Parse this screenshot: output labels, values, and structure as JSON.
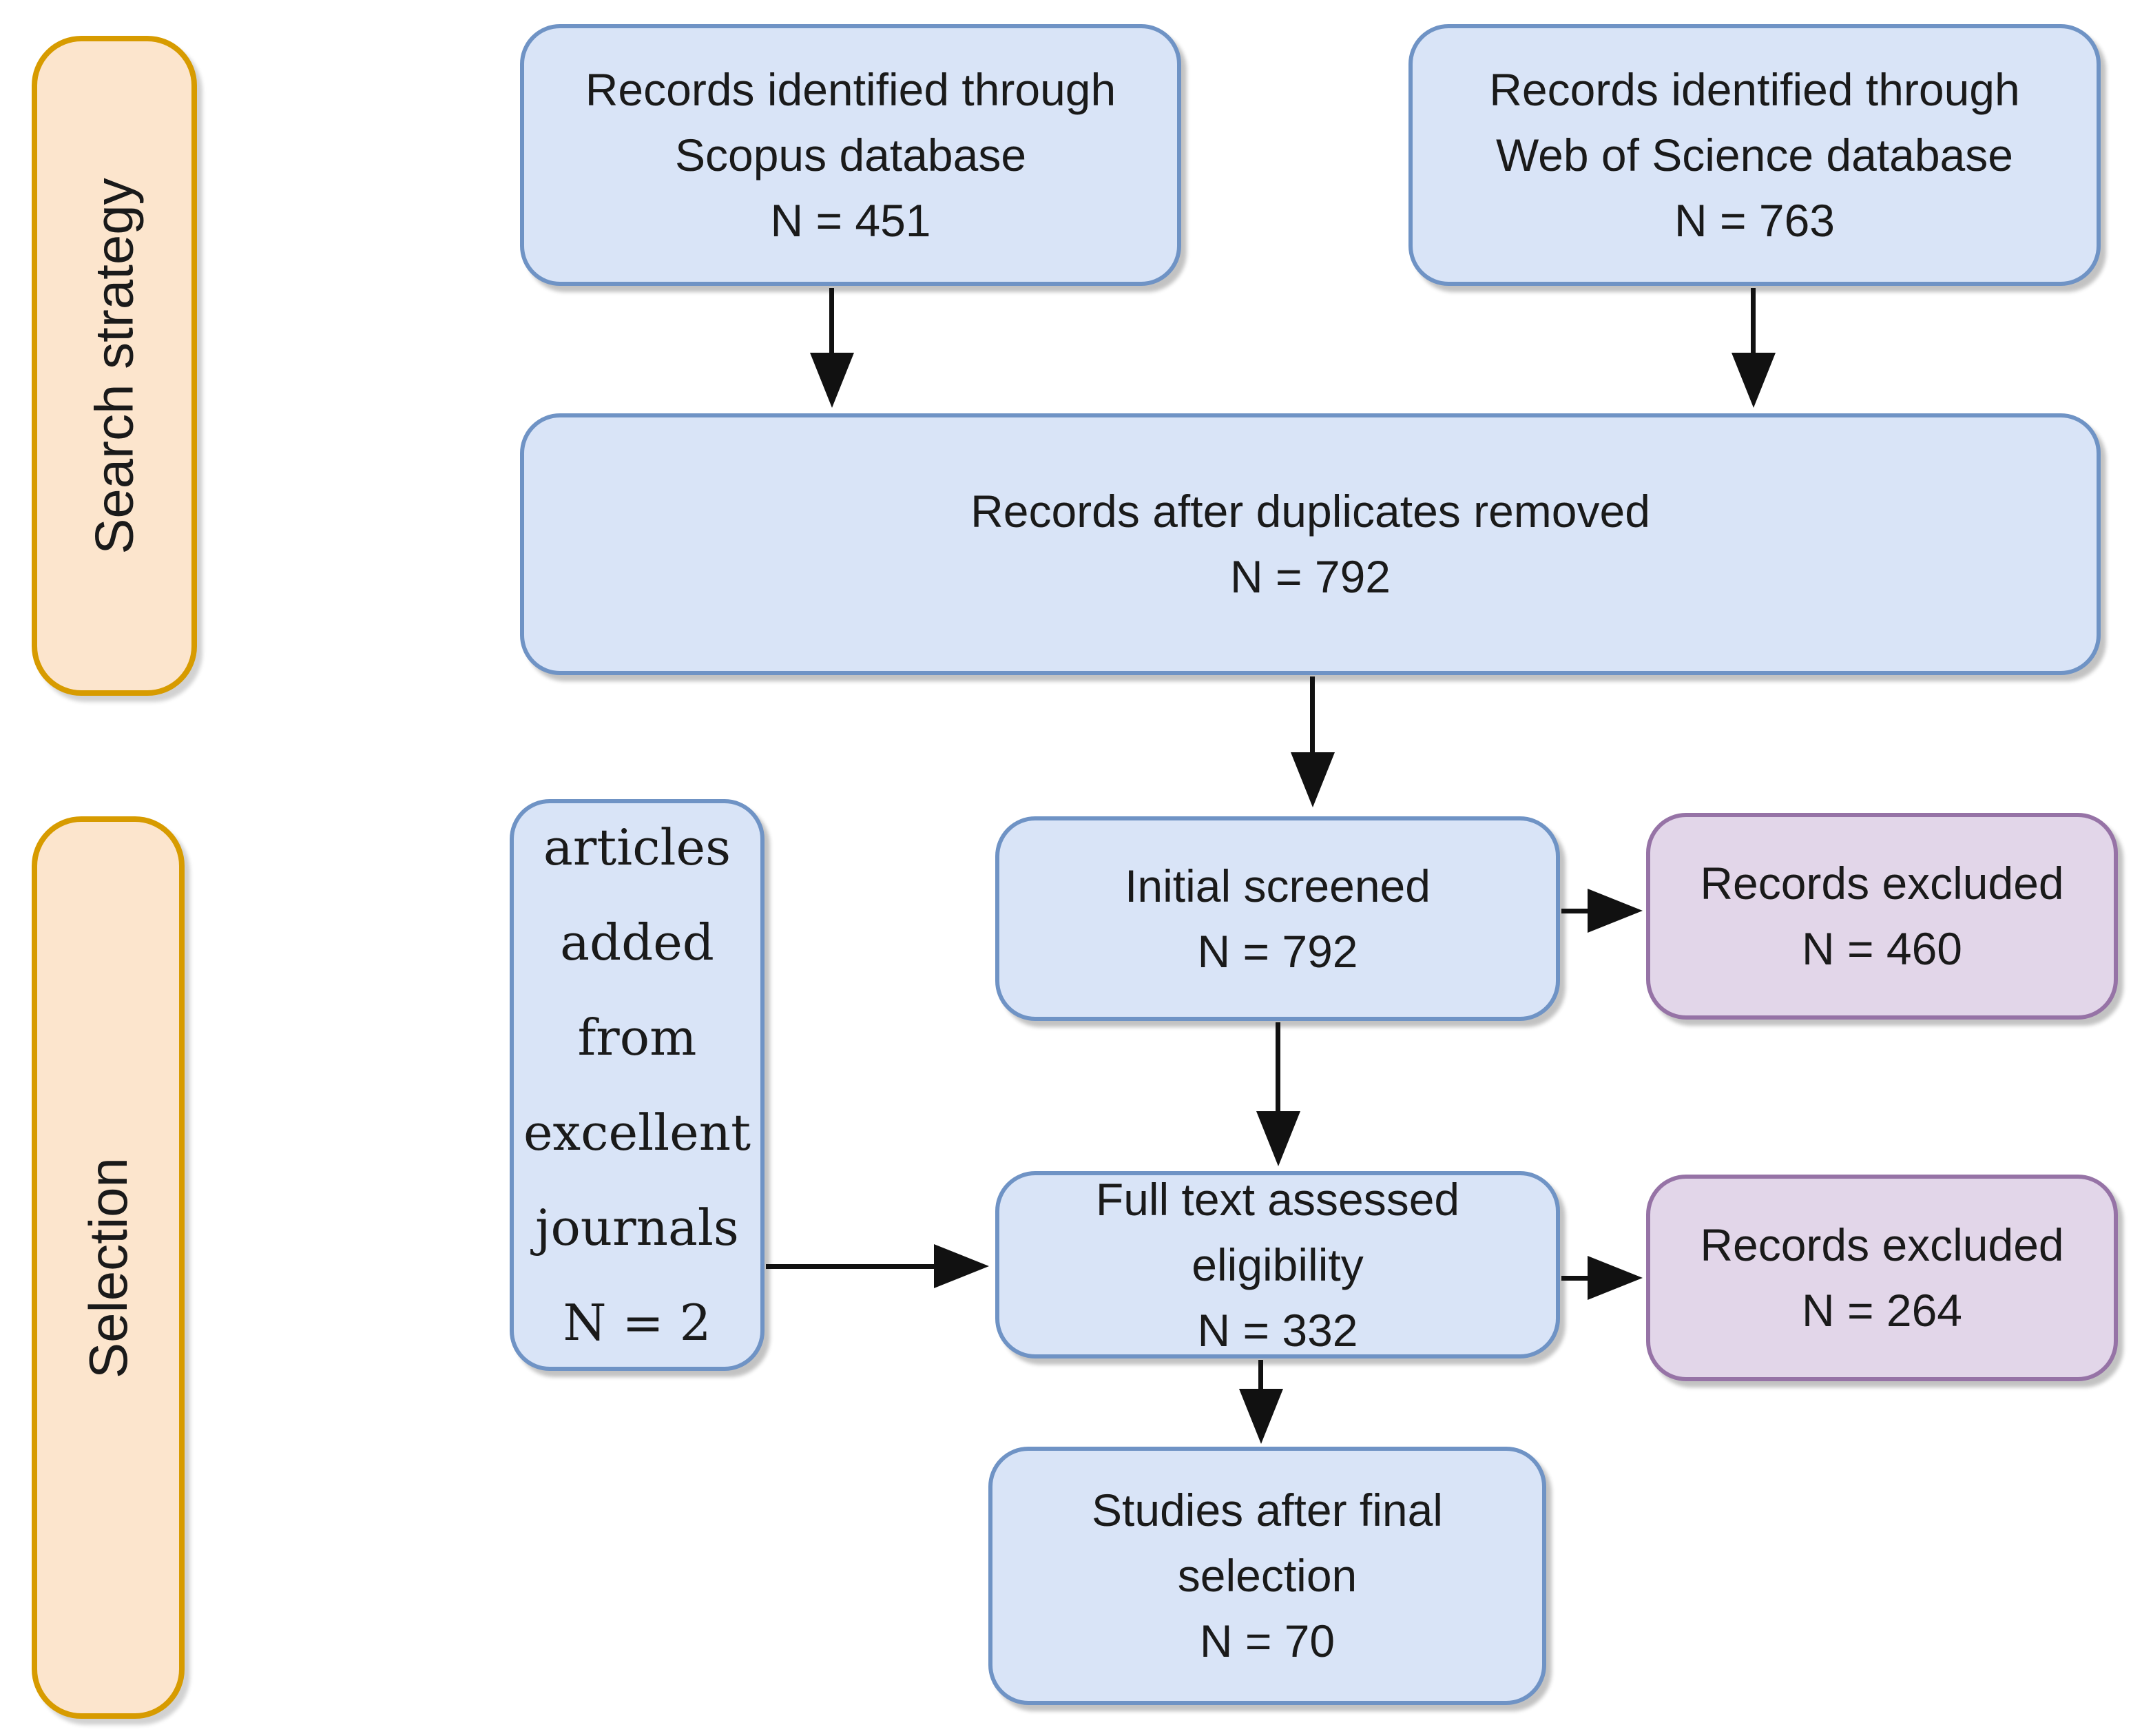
{
  "lanes": {
    "search_strategy": "Search strategy",
    "selection": "Selection"
  },
  "boxes": {
    "scopus": {
      "l1": "Records identified through",
      "l2": "Scopus database",
      "n": "N = 451"
    },
    "wos": {
      "l1": "Records identified through",
      "l2": "Web of Science database",
      "n": "N = 763"
    },
    "duplicates": {
      "l1": "Records after duplicates removed",
      "n": "N = 792"
    },
    "initial_screened": {
      "l1": "Initial screened",
      "n": "N = 792"
    },
    "records_excluded_1": {
      "l1": "Records excluded",
      "n": "N = 460"
    },
    "articles_added": {
      "l1": "articles",
      "l2": "added",
      "l3": "from",
      "l4": "excellent",
      "l5": "journals",
      "n": "N = 2"
    },
    "full_text": {
      "l1": "Full text assessed",
      "l2": "eligibility",
      "n": "N = 332"
    },
    "records_excluded_2": {
      "l1": "Records excluded",
      "n": "N = 264"
    },
    "studies_final": {
      "l1": "Studies after final",
      "l2": "selection",
      "n": "N = 70"
    }
  },
  "colors": {
    "blue_fill": "#d9e4f7",
    "blue_stroke": "#6f93c5",
    "purple_fill": "#e2d6e9",
    "purple_stroke": "#9673a6",
    "orange_fill": "#fce5cd",
    "orange_stroke": "#d79b00",
    "arrow": "#111111",
    "text": "#1a1a1a",
    "background": "#ffffff"
  }
}
